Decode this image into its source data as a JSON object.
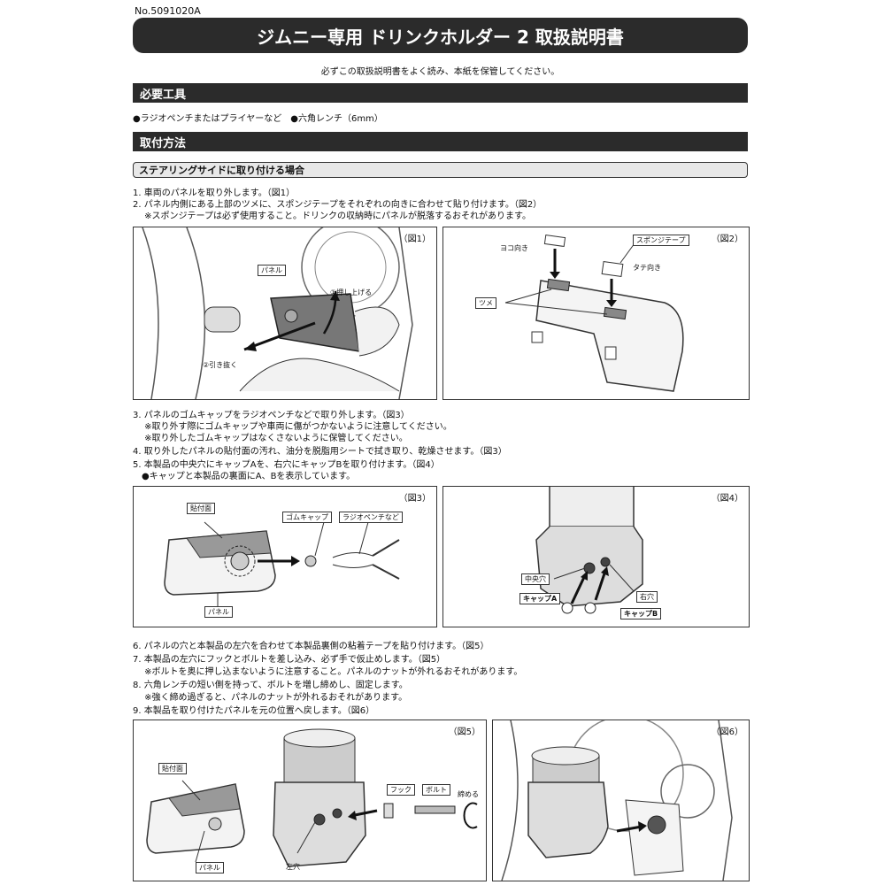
{
  "doc_number": "No.5091020A",
  "title": "ジムニー専用 ドリンクホルダー 2 取扱説明書",
  "intro": "必ずこの取扱説明書をよく読み、本紙を保管してください。",
  "tools": {
    "heading": "必要工具",
    "items": "●ラジオペンチまたはプライヤーなど　●六角レンチ（6mm）"
  },
  "install": {
    "heading": "取付方法",
    "subheading": "ステアリングサイドに取り付ける場合"
  },
  "steps_a": [
    "1. 車両のパネルを取り外します。（図1）",
    "2. パネル内側にある上部のツメに、スポンジテープをそれぞれの向きに合わせて貼り付けます。（図2）",
    "　 ※スポンジテープは必ず使用すること。ドリンクの収納時にパネルが脱落するおそれがあります。"
  ],
  "steps_b": [
    "3. パネルのゴムキャップをラジオペンチなどで取り外します。（図3）",
    "　 ※取り外す際にゴムキャップや車両に傷がつかないように注意してください。",
    "　 ※取り外したゴムキャップはなくさないように保管してください。",
    "4. 取り外したパネルの貼付面の汚れ、油分を脱脂用シートで拭き取り、乾燥させます。（図3）",
    "5. 本製品の中央穴にキャップAを、右穴にキャップBを取り付けます。（図4）",
    "　●キャップと本製品の裏面にA、Bを表示しています。"
  ],
  "steps_c": [
    "6. パネルの穴と本製品の左穴を合わせて本製品裏側の粘着テープを貼り付けます。（図5）",
    "7. 本製品の左穴にフックとボルトを差し込み、必ず手で仮止めします。（図5）",
    "　 ※ボルトを奥に押し込まないように注意すること。パネルのナットが外れるおそれがあります。",
    "8. 六角レンチの短い側を持って、ボルトを増し締めし、固定します。",
    "　 ※強く締め過ぎると、パネルのナットが外れるおそれがあります。",
    "9. 本製品を取り付けたパネルを元の位置へ戻します。（図6）"
  ],
  "fig1": {
    "label": "（図1）",
    "panel": "パネル",
    "push": "①押し上げる",
    "pull": "②引き抜く"
  },
  "fig2": {
    "label": "（図2）",
    "sponge": "スポンジテープ",
    "yoko": "ヨコ向き",
    "tate": "タテ向き",
    "tsume": "ツメ"
  },
  "fig3": {
    "label": "（図3）",
    "surface": "貼付面",
    "cap": "ゴムキャップ",
    "pliers": "ラジオペンチなど",
    "panel": "パネル"
  },
  "fig4": {
    "label": "（図4）",
    "center": "中央穴",
    "right": "右穴",
    "capA": "キャップA",
    "capB": "キャップB"
  },
  "fig5": {
    "label": "（図5）",
    "surface": "貼付面",
    "hook": "フック",
    "bolt": "ボルト",
    "tighten": "締める",
    "panel": "パネル",
    "left": "左穴"
  },
  "fig6": {
    "label": "（図6）"
  }
}
